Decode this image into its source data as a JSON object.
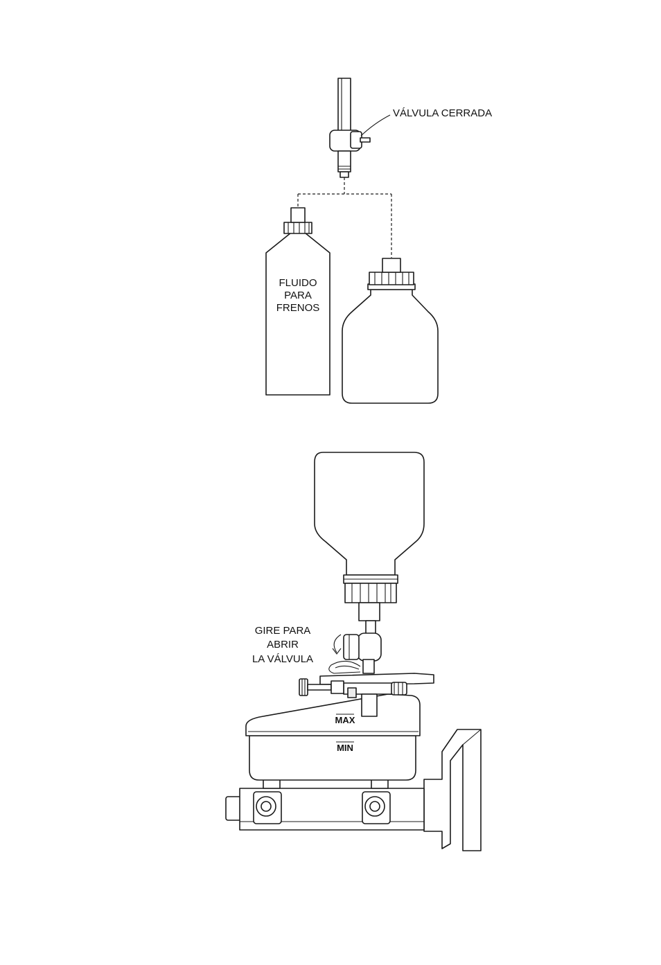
{
  "labels": {
    "valve_closed": "VÁLVULA CERRADA",
    "can_line1": "FLUIDO",
    "can_line2": "PARA",
    "can_line3": "FRENOS",
    "turn_line1": "GIRE PARA",
    "turn_line2": "ABRIR",
    "turn_line3": "LA VÁLVULA",
    "max": "MAX",
    "min": "MIN"
  }
}
